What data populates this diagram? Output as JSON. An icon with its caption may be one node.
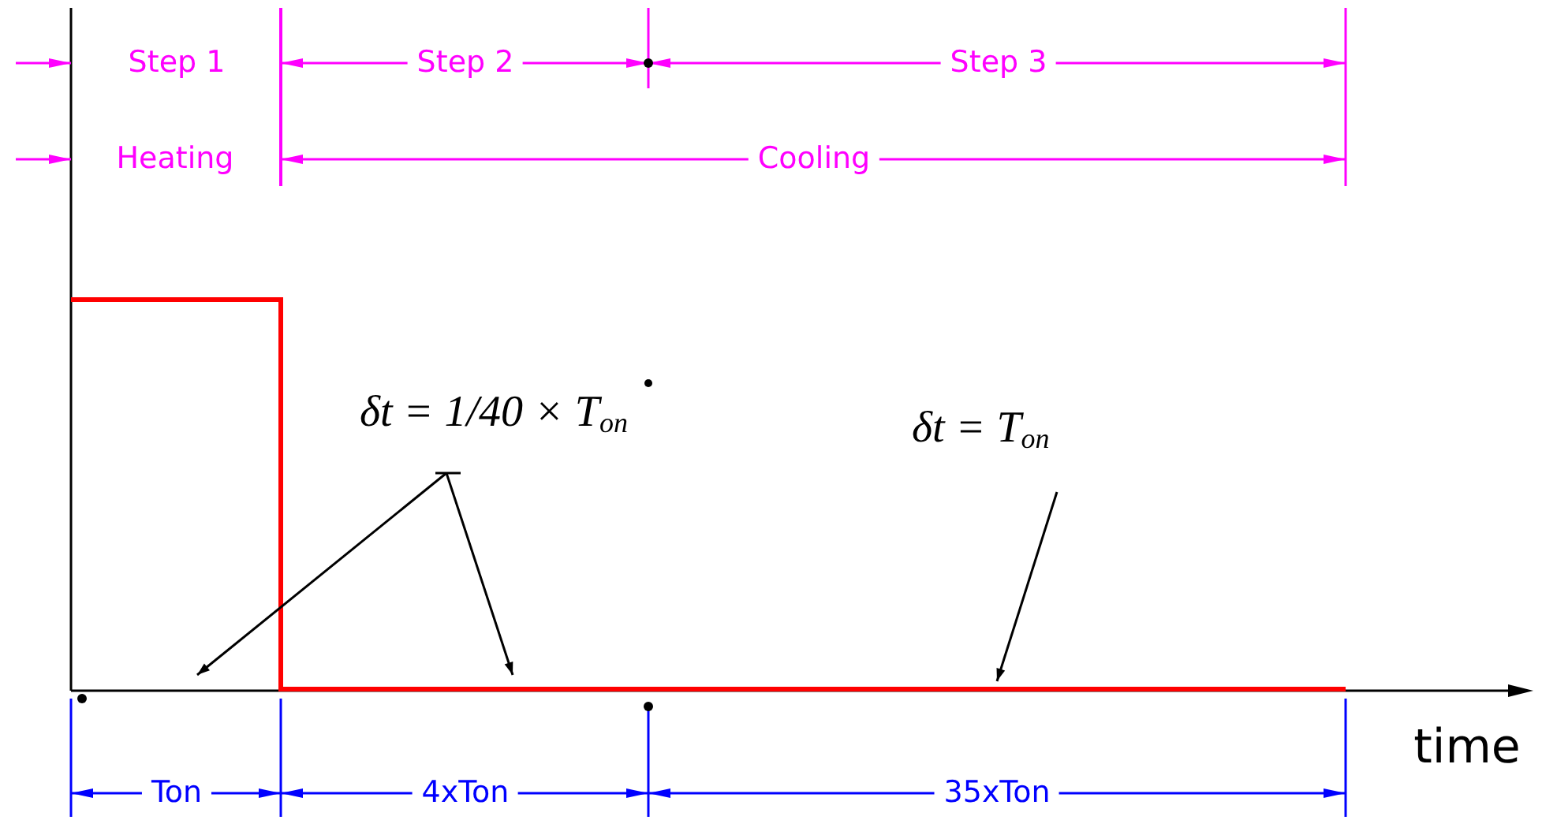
{
  "diagram": {
    "nodes": [
      {
        "text": [
          "δt = 1/40 × T$_{on}$"
        ]
      },
      {
        "text": [
          "δt = T$_{on}$"
        ]
      }
    ],
    "edges": [
      {
        "from": 0,
        "to": null,
        "arrow": "to"
      },
      {
        "from": 0,
        "to": null,
        "arrow": "to"
      },
      {
        "from": 1,
        "to": null,
        "arrow": "to"
      }
    ],
    "labels": [
      "Step 1",
      "Step 2",
      "Step 3",
      "Heating",
      "Cooling",
      "Ton",
      "4xTon",
      "35xTon",
      "time"
    ]
  }
}
